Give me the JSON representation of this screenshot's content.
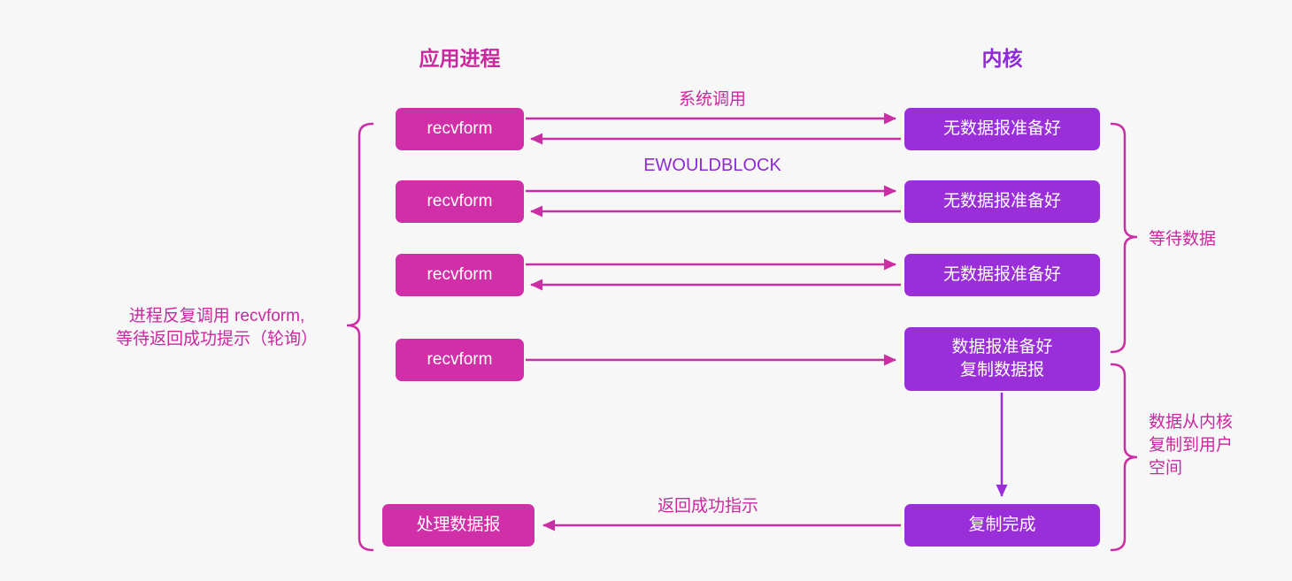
{
  "titles": {
    "left": "应用进程",
    "right": "内核"
  },
  "left_boxes": [
    {
      "label": "recvform"
    },
    {
      "label": "recvform"
    },
    {
      "label": "recvform"
    },
    {
      "label": "recvform"
    },
    {
      "label": "处理数据报"
    }
  ],
  "right_boxes": [
    {
      "label": "无数据报准备好"
    },
    {
      "label": "无数据报准备好"
    },
    {
      "label": "无数据报准备好"
    },
    {
      "label": "数据报准备好\n复制数据报"
    },
    {
      "label": "复制完成"
    }
  ],
  "arrow_labels": {
    "system_call": "系统调用",
    "ewouldblock": "EWOULDBLOCK",
    "return_success": "返回成功指示"
  },
  "annotations": {
    "wait_data": "等待数据",
    "copy_to_user": "数据从内核\n复制到用户\n空间",
    "polling_note": "进程反复调用 recvform,\n等待返回成功提示（轮询）"
  },
  "colors": {
    "pink": "#c9289f",
    "purple": "#9a2ed8",
    "background": "#f7f7f8"
  }
}
